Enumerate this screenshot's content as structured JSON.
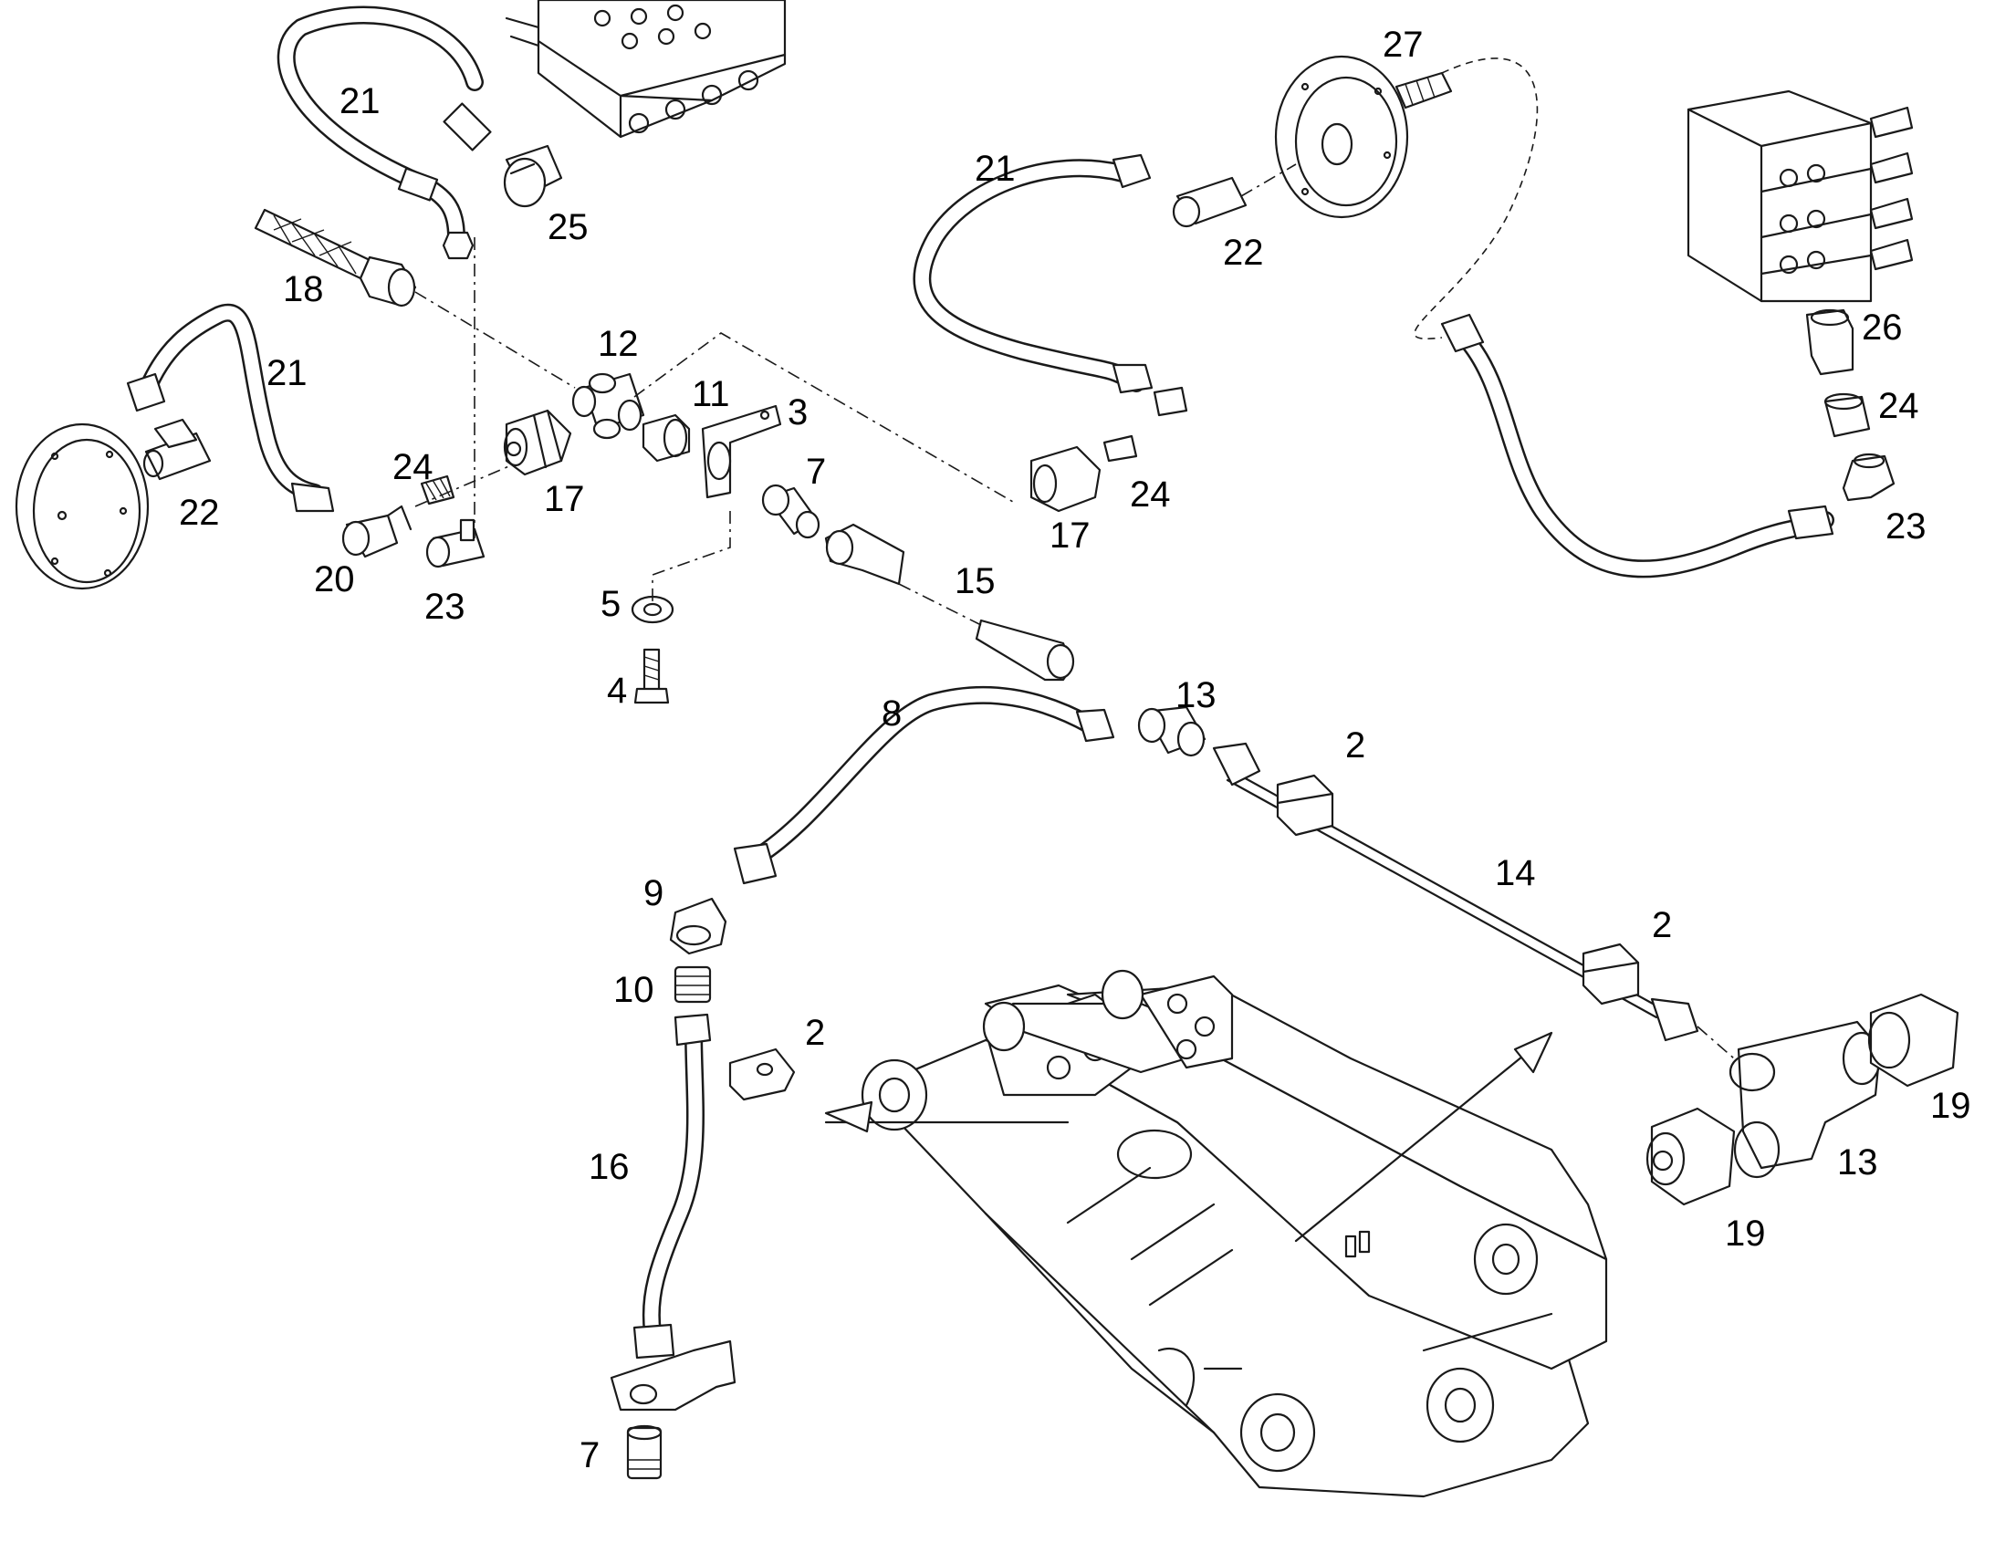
{
  "diagram": {
    "callouts": [
      {
        "id": "c21a",
        "text": "21"
      },
      {
        "id": "c25",
        "text": "25"
      },
      {
        "id": "c18",
        "text": "18"
      },
      {
        "id": "c21b",
        "text": "21"
      },
      {
        "id": "c22a",
        "text": "22"
      },
      {
        "id": "c20",
        "text": "20"
      },
      {
        "id": "c24a",
        "text": "24"
      },
      {
        "id": "c23a",
        "text": "23"
      },
      {
        "id": "c12",
        "text": "12"
      },
      {
        "id": "c11",
        "text": "11"
      },
      {
        "id": "c3",
        "text": "3"
      },
      {
        "id": "c7a",
        "text": "7"
      },
      {
        "id": "c17a",
        "text": "17"
      },
      {
        "id": "c5",
        "text": "5"
      },
      {
        "id": "c4",
        "text": "4"
      },
      {
        "id": "c15",
        "text": "15"
      },
      {
        "id": "c21c",
        "text": "21"
      },
      {
        "id": "c22b",
        "text": "22"
      },
      {
        "id": "c27",
        "text": "27"
      },
      {
        "id": "c24b",
        "text": "24"
      },
      {
        "id": "c17b",
        "text": "17"
      },
      {
        "id": "c26",
        "text": "26"
      },
      {
        "id": "c24c",
        "text": "24"
      },
      {
        "id": "c23b",
        "text": "23"
      },
      {
        "id": "c8",
        "text": "8"
      },
      {
        "id": "c13a",
        "text": "13"
      },
      {
        "id": "c2a",
        "text": "2"
      },
      {
        "id": "c14",
        "text": "14"
      },
      {
        "id": "c2b",
        "text": "2"
      },
      {
        "id": "c9",
        "text": "9"
      },
      {
        "id": "c10",
        "text": "10"
      },
      {
        "id": "c2c",
        "text": "2"
      },
      {
        "id": "c16",
        "text": "16"
      },
      {
        "id": "c7b",
        "text": "7"
      },
      {
        "id": "c19a",
        "text": "19"
      },
      {
        "id": "c13b",
        "text": "13"
      },
      {
        "id": "c19b",
        "text": "19"
      }
    ]
  }
}
